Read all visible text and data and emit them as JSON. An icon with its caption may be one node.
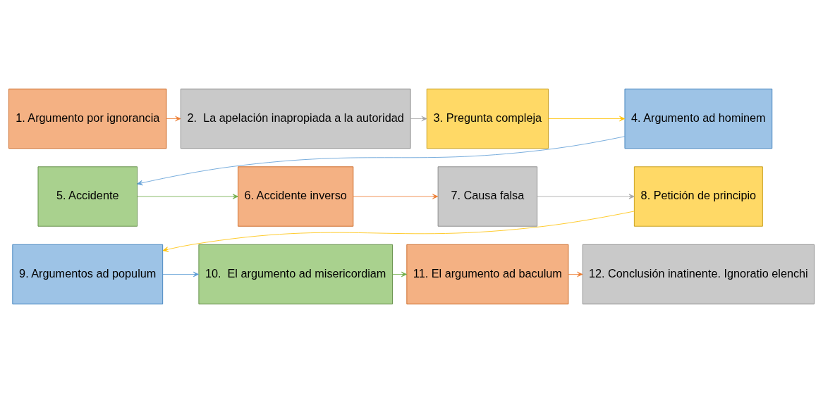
{
  "diagram": {
    "nodes": [
      {
        "text": [
          "1. Argumento por ignorancia"
        ]
      },
      {
        "text": [
          "2.  La apelación inapropiada a la autoridad"
        ]
      },
      {
        "text": [
          "3. Pregunta compleja"
        ]
      },
      {
        "text": [
          "4. Argumento ad hominem"
        ]
      },
      {
        "text": [
          "5. Accidente"
        ]
      },
      {
        "text": [
          "6. Accidente inverso"
        ]
      },
      {
        "text": [
          "7. Causa falsa"
        ]
      },
      {
        "text": [
          "8. Petición de principio"
        ]
      },
      {
        "text": [
          "9. Argumentos ad populum"
        ]
      },
      {
        "text": [
          "10.  El argumento ad misericordiam"
        ]
      },
      {
        "text": [
          "11. El argumento ad baculum"
        ]
      },
      {
        "text": [
          "12. Conclusión inatinente. Ignoratio elenchi"
        ]
      }
    ],
    "edges": [
      {
        "from": 0,
        "to": 1,
        "arrow": "to",
        "color": "#ed7d31"
      },
      {
        "from": 1,
        "to": 2,
        "arrow": "to",
        "color": "#a5a5a5"
      },
      {
        "from": 2,
        "to": 3,
        "arrow": "to",
        "color": "#ffc000"
      },
      {
        "from": 3,
        "to": 4,
        "arrow": "to",
        "color": "#5b9bd5"
      },
      {
        "from": 4,
        "to": 5,
        "arrow": "to",
        "color": "#70ad47"
      },
      {
        "from": 5,
        "to": 6,
        "arrow": "to",
        "color": "#ed7d31"
      },
      {
        "from": 6,
        "to": 7,
        "arrow": "to",
        "color": "#a5a5a5"
      },
      {
        "from": 7,
        "to": 8,
        "arrow": "to",
        "color": "#ffc000"
      },
      {
        "from": 8,
        "to": 9,
        "arrow": "to",
        "color": "#5b9bd5"
      },
      {
        "from": 9,
        "to": 10,
        "arrow": "to",
        "color": "#70ad47"
      },
      {
        "from": 10,
        "to": 11,
        "arrow": "to",
        "color": "#ed7d31"
      }
    ]
  }
}
